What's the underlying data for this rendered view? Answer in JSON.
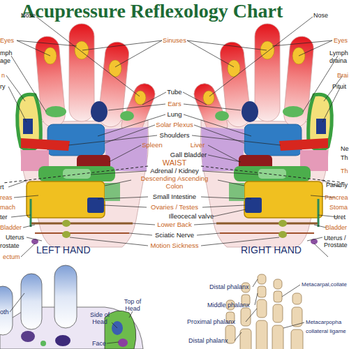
{
  "diagram": {
    "title": "Acupressure Reflexology Chart",
    "labels": [
      "Nose",
      "Sinuses",
      "Nose",
      "Eyes",
      "Eyes",
      "mph",
      "age",
      "Lymph",
      "draina",
      "n",
      "Brai",
      "ry",
      "Pituit",
      "Tube",
      "Ears",
      "Lung",
      "Solar Plexus",
      "Shoulders",
      "Spleen",
      "Liver",
      "Ne",
      "Th",
      "Gall Bladder",
      "WAIST",
      "Th",
      "Adrenal / Kidney",
      "Descending Ascending Colon",
      "Parathy",
      "rt",
      "Small Intestine",
      "reas",
      "Pancrea",
      "mach",
      "Ovaries / Testes",
      "Stoma",
      "ter",
      "Illeocecal valve",
      "Uret",
      "Bladder",
      "Lower Back",
      "Bladder",
      "Uterus",
      "Uterus / Prostate",
      "rostate",
      "Sciatic Nerve",
      "Motion Sickness",
      "ectum",
      "LEFT HAND",
      "RIGHT HAND",
      "Distal phalanx",
      "Metacarpal,collate",
      "Top of Head",
      "Middle phalanx",
      "oth",
      "Side of Head",
      "Proximal phalanx",
      "Metacarpopha",
      "collateral ligame",
      "Distal phalanx",
      "Face"
    ]
  }
}
